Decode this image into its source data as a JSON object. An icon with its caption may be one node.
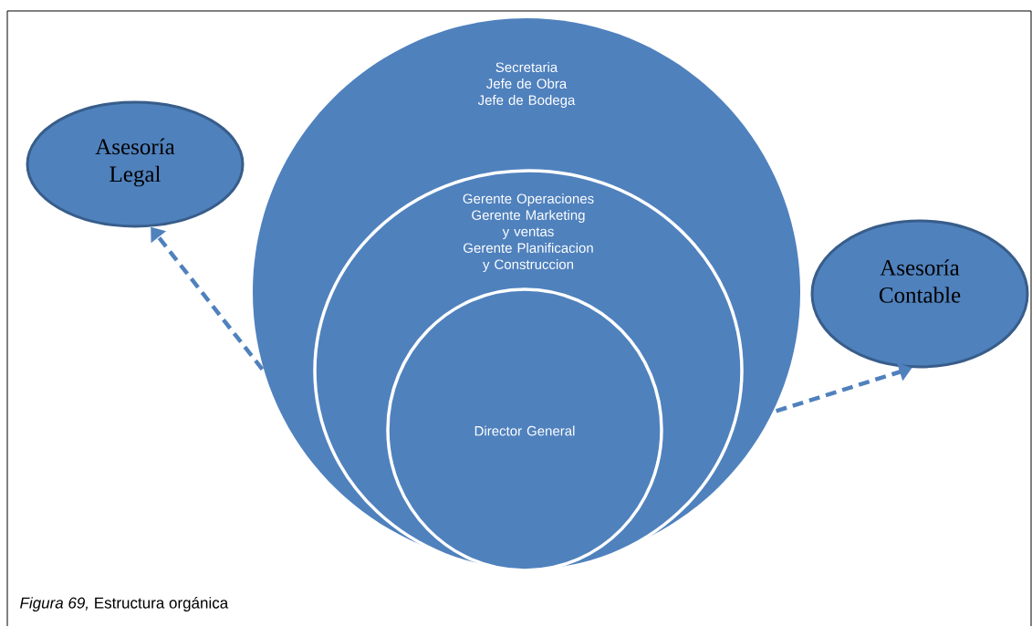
{
  "diagram": {
    "caption": "*Figura 69,* Estructura orgánica",
    "nodes": [
      {
        "text": [
          "Secretaria",
          "Jefe de Obra",
          "Jefe de Bodega"
        ]
      },
      {
        "text": [
          "Gerente Operaciones",
          "Gerente Marketing y ventas",
          "Gerente Planificacion y Construccion"
        ],
        "in": 0
      },
      {
        "text": [
          "Director General"
        ],
        "in": 1
      },
      {
        "text": [
          "Asesoría Legal"
        ]
      },
      {
        "text": [
          "Asesoría Contable"
        ]
      }
    ],
    "edges": [
      {
        "from": 0,
        "to": 3,
        "arrow": "to",
        "style": "dashed"
      },
      {
        "from": 0,
        "to": 4,
        "arrow": "to",
        "style": "dashed"
      }
    ]
  }
}
